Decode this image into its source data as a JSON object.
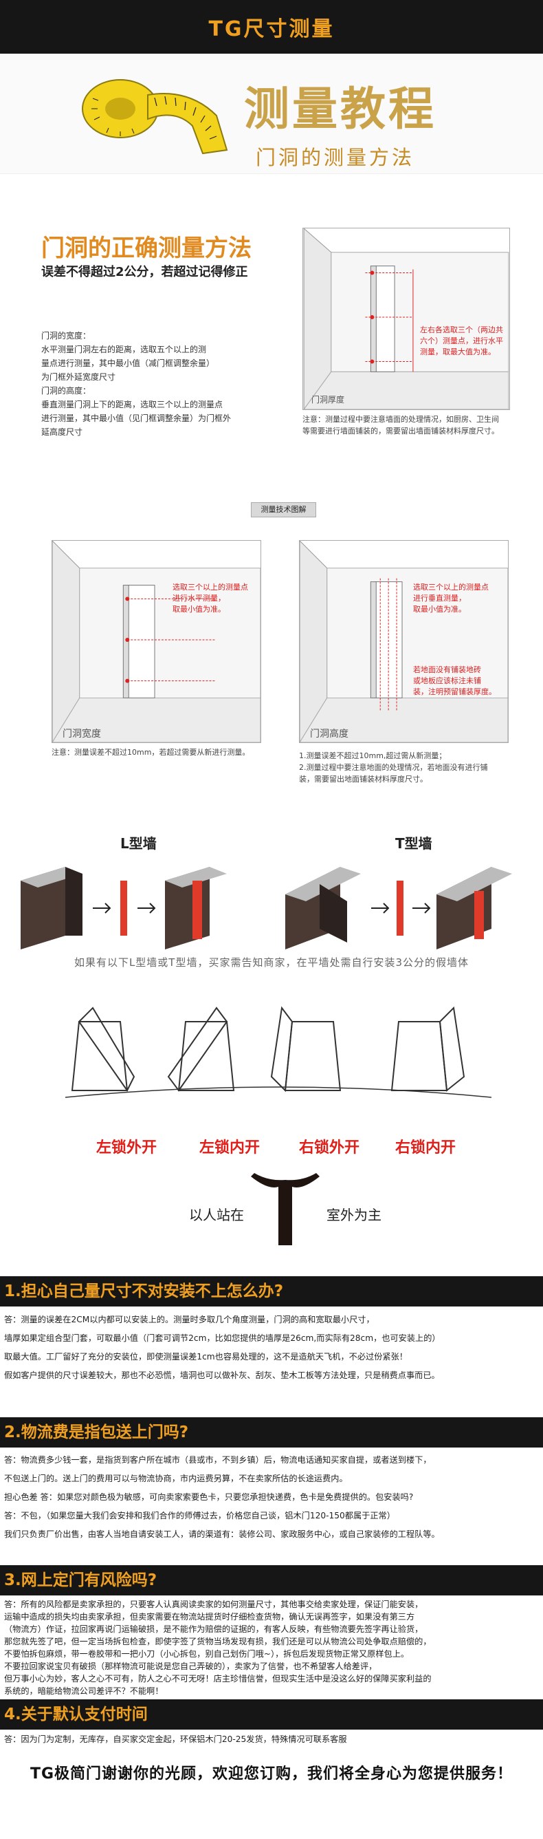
{
  "header": {
    "title": "TG尺寸测量"
  },
  "banner": {
    "title": "测量教程",
    "subtitle": "门洞的测量方法"
  },
  "sectionA": {
    "heading": "门洞的正确测量方法",
    "warning": "误差不得超过2公分，若超过记得修正",
    "body": [
      "门洞的宽度：",
      "水平测量门洞左右的距离，选取五个以上的测",
      "量点进行测量，其中最小值（减门框调整余量）",
      "为门框外延宽度尺寸",
      "门洞的高度：",
      "垂直测量门洞上下的距离，选取三个以上的测量点",
      "进行测量，其中最小值（见门框调整余量）为门框外",
      "延高度尺寸"
    ],
    "room_label": "门洞厚度",
    "room_red_note": [
      "左右各选取三个（两边共",
      "六个）测量点，进行水平",
      "测量，取最大值为准。"
    ],
    "note": [
      "注意：测量过程中要注意墙面的处理情况，如厨房、卫生间",
      "等需要进行墙面铺装的，需要留出墙面铺装材料厚度尺寸。"
    ]
  },
  "tech": {
    "label": "测量技术图解"
  },
  "widthDiagram": {
    "label": "门洞宽度",
    "red_note": [
      "选取三个以上的测量点",
      "进行水平测量，",
      "取最小值为准。"
    ],
    "note": "注意：测量误差不超过10mm，若超过需要从新进行测量。"
  },
  "heightDiagram": {
    "label": "门洞高度",
    "red_note": [
      "选取三个以上的测量点",
      "进行垂直测量，",
      "取最小值为准。"
    ],
    "red_note2": [
      "若地面没有铺装地砖",
      "或地板应该标注未铺",
      "装，注明预留铺装厚度。"
    ],
    "note": [
      "1.测量误差不超过10mm,超过需从新测量；",
      "2.测量过程中要注意地面的处理情况，若地面没有进行铺",
      "装，需要留出地面铺装材料厚度尺寸。"
    ]
  },
  "walls": {
    "l_label": "L型墙",
    "t_label": "T型墙",
    "caption": "如果有以下L型墙或T型墙，买家需告知商家，在平墙处需自行安装3公分的假墙体"
  },
  "locks": {
    "items": [
      "左锁外开",
      "左锁内开",
      "右锁外开",
      "右锁内开"
    ],
    "stand_left": "以人站在",
    "stand_right": "室外为主"
  },
  "qa": [
    {
      "q": "1.担心自己量尺寸不对安装不上怎么办?",
      "a": [
        "答：测量的误差在2CM以内都可以安装上的。测量时多取几个角度测量，门洞的高和宽取最小尺寸，",
        "    墙厚如果定组合型门套，可取最小值（门套可调节2cm，比如您提供的墙厚是26cm,而实际有28cm，也可安装上的）",
        "    取最大值。工厂留好了充分的安装位，即使测量误差1cm也容易处理的，这不是造航天飞机，不必过份紧张！",
        "    假如客户提供的尺寸误差较大，那也不必恐慌，墙洞也可以做补灰、刮灰、垫木工板等方法处理，只是稍费点事而已。"
      ]
    },
    {
      "q": "2.物流费是指包送上门吗?",
      "a": [
        "答：物流费多少钱一套，是指货到客户所在城市（县或市，不到乡镇）后，物流电话通知买家自提，或者送到楼下，",
        "不包送上门的。送上门的费用可以与物流协商，市内运费另算，不在卖家所估的长途运费内。",
        "  担心色差 答：如果您对颜色极为敏感，可向卖家索要色卡，只要您承担快递费，色卡是免费提供的。包安装吗?",
        "答：不包，（如果您量大我们会安排和我们合作的师傅过去，价格您自己谈，铝木门120-150都属于正常）",
        "我们只负责厂价出售，由客人当地自请安装工人，请的渠道有：装修公司、家政服务中心，或自己家装修的工程队等。"
      ]
    },
    {
      "q": "3.网上定门有风险吗?",
      "a": [
        "答：所有的风险都是卖家承担的，只要客人认真阅读卖家的如何测量尺寸，其他事交给卖家处理，保证门能安装，",
        "运输中造成的损失均由卖家承担，但卖家需要在物流站提货时仔细检查货物，确认无误再签字，如果没有第三方",
        "（物流方）作证，拉回家再说门运输破损，是不能作为赔偿的证据的，有客人反映，有些物流要先签字再让验货，",
        "那您就先签了吧，但一定当场拆包检查，即使字签了货物当场发现有损，我们还是可以从物流公司处争取点赔偿的，",
        "不要怕拆包麻烦，带一卷胶带和一把小刀（小心拆包，别自己划伤门哦~），拆包后发现货物正常又原样包上。",
        "不要拉回家说宝贝有破损（那样物流可能说是您自己弄破的），卖家为了信誉，也不希望客人给差评，",
        "但万事小心为妙，客人之心不可有，防人之心不可无呀！店主珍惜信誉，但现实生活中是没这么好的保障买家利益的",
        "系统的，暗能给物流公司差评不？不能啊！"
      ]
    },
    {
      "q": "4.关于默认支付时间",
      "a": [
        "答：因为门为定制，无库存，自买家交定金起，环保铝木门20-25发货，特殊情况可联系客服"
      ]
    }
  ],
  "thanks": "TG极简门谢谢你的光顾，欢迎您订购，我们将全身心为您提供服务！",
  "colors": {
    "bar": "#161616",
    "accent": "#f0a020",
    "red": "#e0201a"
  }
}
